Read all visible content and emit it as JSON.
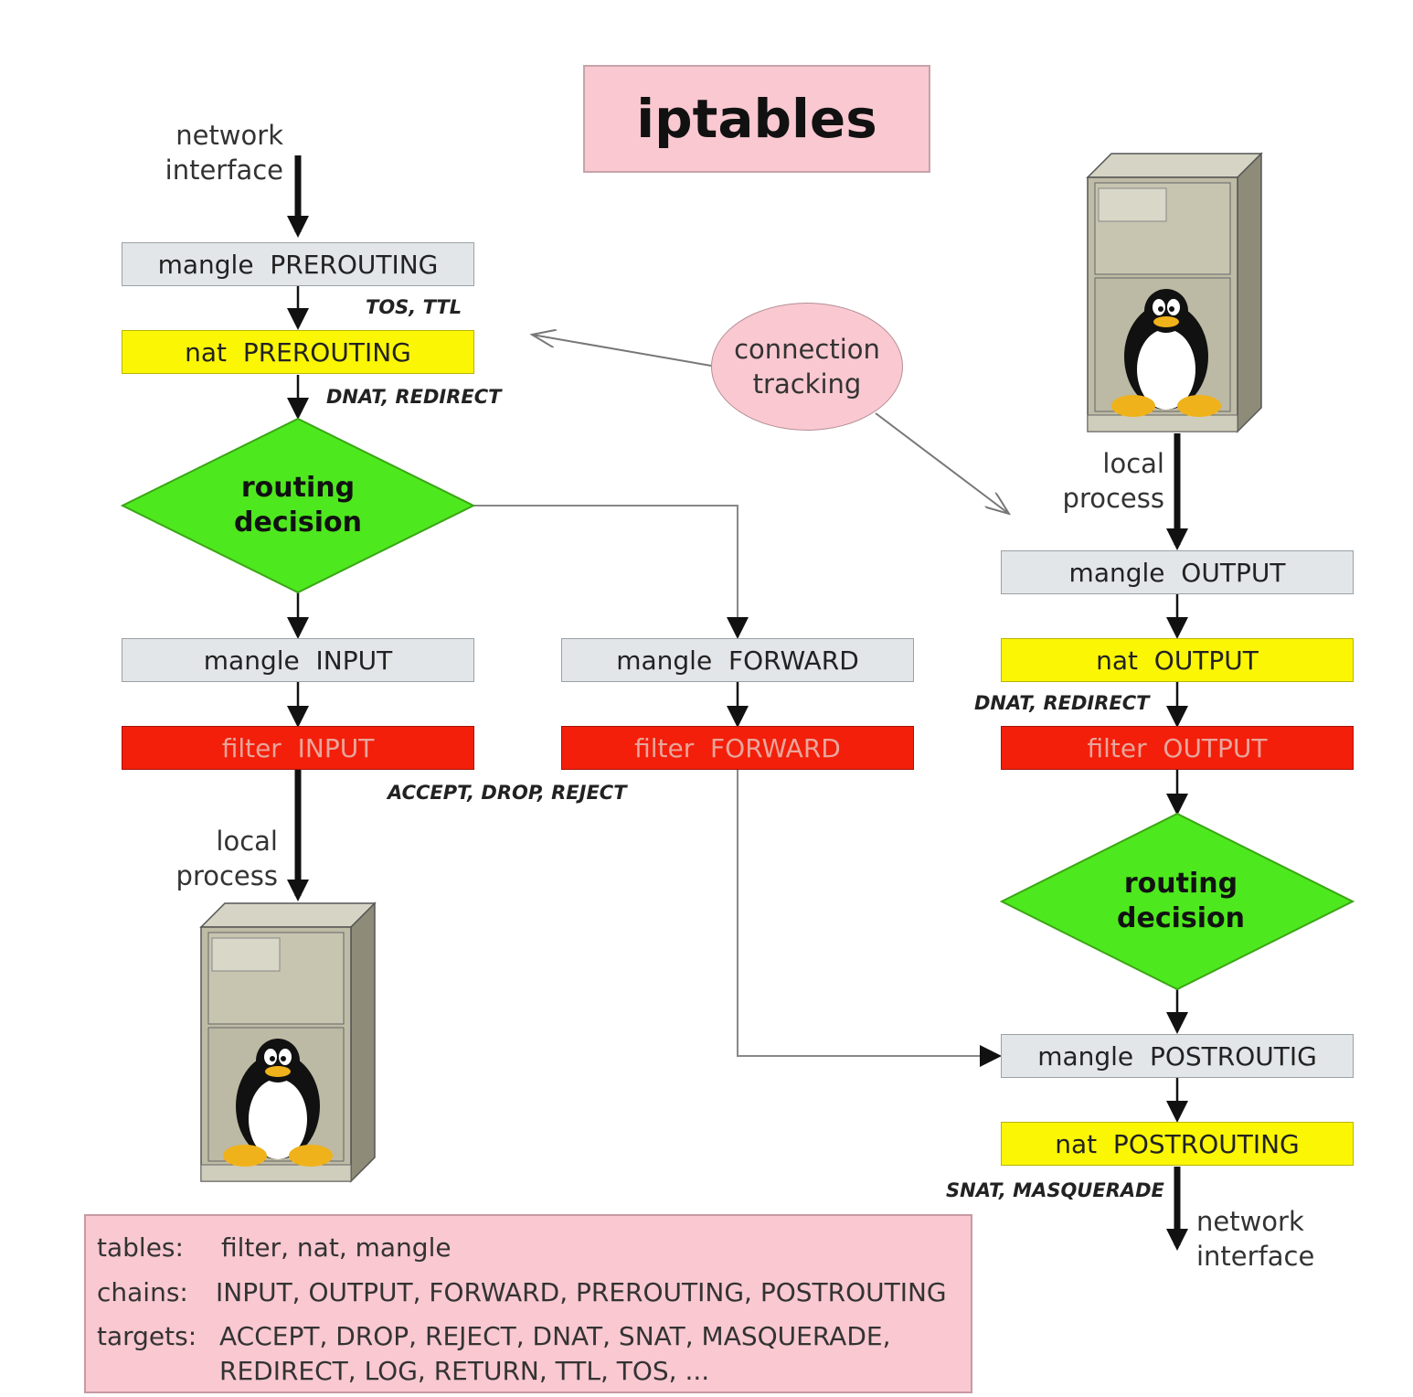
{
  "title": "iptables",
  "input_path": {
    "network_interface_label": [
      "network",
      "interface"
    ],
    "mangle_prerouting": "mangle  PREROUTING",
    "tos_ttl": "TOS, TTL",
    "nat_prerouting": "nat  PREROUTING",
    "dnat_redirect": "DNAT, REDIRECT",
    "routing_decision": [
      "routing",
      "decision"
    ],
    "mangle_input": "mangle  INPUT",
    "filter_input": "filter  INPUT",
    "accept_drop_reject": "ACCEPT, DROP, REJECT",
    "local_process_label": [
      "local",
      "process"
    ]
  },
  "forward_path": {
    "mangle_forward": "mangle  FORWARD",
    "filter_forward": "filter  FORWARD"
  },
  "connection_tracking": [
    "connection",
    "tracking"
  ],
  "output_path": {
    "local_process_label": [
      "local",
      "process"
    ],
    "mangle_output": "mangle  OUTPUT",
    "nat_output": "nat  OUTPUT",
    "dnat_redirect": "DNAT, REDIRECT",
    "filter_output": "filter  OUTPUT",
    "routing_decision": [
      "routing",
      "decision"
    ],
    "mangle_postrouting": "mangle  POSTROUTIG",
    "nat_postrouting": "nat  POSTROUTING",
    "snat_masquerade": "SNAT, MASQUERADE",
    "network_interface_label": [
      "network",
      "interface"
    ]
  },
  "legend": {
    "tables_key": "tables:",
    "tables_val": "filter, nat, mangle",
    "chains_key": "chains:",
    "chains_val": "INPUT, OUTPUT, FORWARD, PREROUTING, POSTROUTING",
    "targets_key": "targets:",
    "targets_val_line1": "ACCEPT, DROP, REJECT, DNAT, SNAT, MASQUERADE,",
    "targets_val_line2": "REDIRECT, LOG, RETURN, TTL, TOS, ..."
  },
  "colors": {
    "mangle": "#e2e6e9",
    "nat": "#fbf604",
    "filter": "#f31f0a",
    "routing": "#4ee81e",
    "pink": "#f9c8d1"
  },
  "icons": [
    "server-icon",
    "tux-penguin-icon"
  ]
}
